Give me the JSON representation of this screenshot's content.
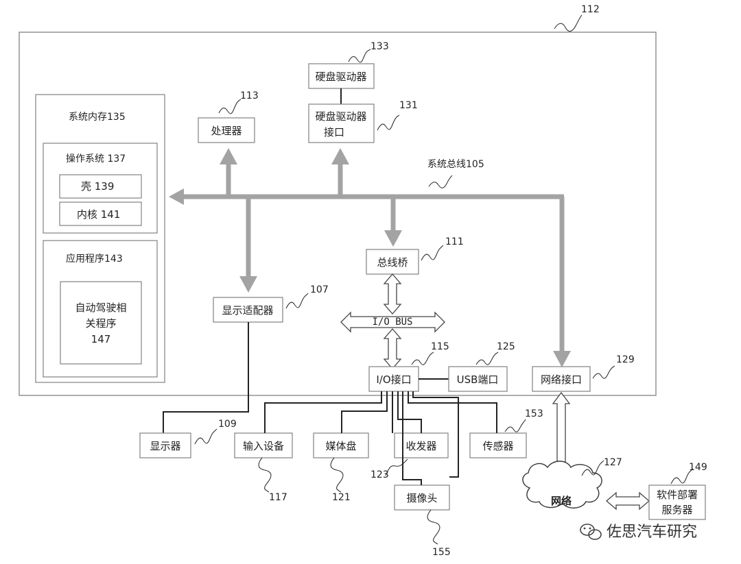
{
  "refs": {
    "r112": "112",
    "r113": "113",
    "r133": "133",
    "r131": "131",
    "r105": "105",
    "r111": "111",
    "r107": "107",
    "r115": "115",
    "r125": "125",
    "r129": "129",
    "r109": "109",
    "r153": "153",
    "r127": "127",
    "r149": "149",
    "r117": "117",
    "r121": "121",
    "r123": "123",
    "r155": "155"
  },
  "labels": {
    "system_memory": "系统内存135",
    "os": "操作系统 137",
    "shell": "壳 139",
    "kernel": "内核 141",
    "apps": "应用程序143",
    "autodrive_1": "自动驾驶相",
    "autodrive_2": "关程序",
    "autodrive_3": "147",
    "processor": "处理器",
    "hdd": "硬盘驱动器",
    "hdd_iface_1": "硬盘驱动器",
    "hdd_iface_2": "接口",
    "system_bus": "系统总线105",
    "bus_bridge": "总线桥",
    "display_adapter": "显示适配器",
    "io_bus": "I/O BUS",
    "io_iface": "I/O接口",
    "usb_port": "USB端口",
    "net_iface": "网络接口",
    "display": "显示器",
    "input_device": "输入设备",
    "media_disk": "媒体盘",
    "transceiver": "收发器",
    "sensor": "传感器",
    "camera": "摄像头",
    "network": "网络",
    "software_server_1": "软件部署",
    "software_server_2": "服务器"
  },
  "watermark": "佐思汽车研究",
  "icons": {
    "watermark_icon": "wechat-icon"
  }
}
